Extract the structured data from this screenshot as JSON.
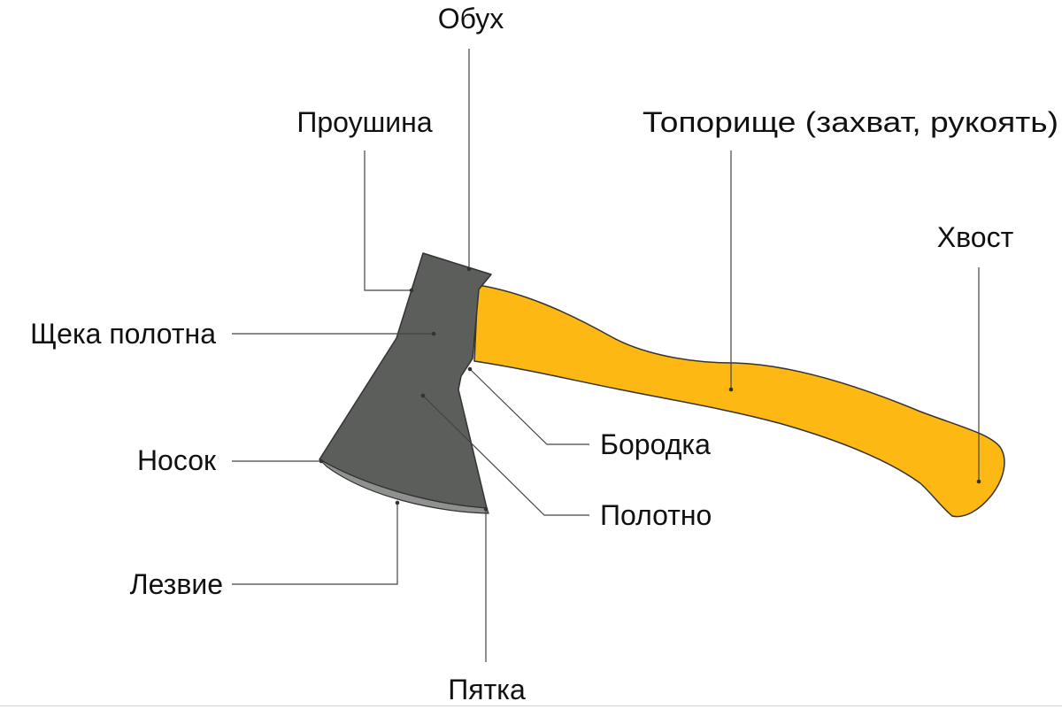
{
  "labels": {
    "obukh": "Обух",
    "proushina": "Проушина",
    "toporishche": "Топорище (захват, рукоять)",
    "khvost": "Хвост",
    "shcheka": "Щека полотна",
    "borodka": "Бородка",
    "nosok": "Носок",
    "polotno": "Полотно",
    "lezvie": "Лезвие",
    "pyatka": "Пятка"
  },
  "colors": {
    "handle": "#FDB813",
    "handle_outline": "#333333",
    "head": "#5B5E5B",
    "head_outline": "#333333",
    "edge": "#8F918E",
    "leader": "#444444",
    "text": "#111111"
  }
}
